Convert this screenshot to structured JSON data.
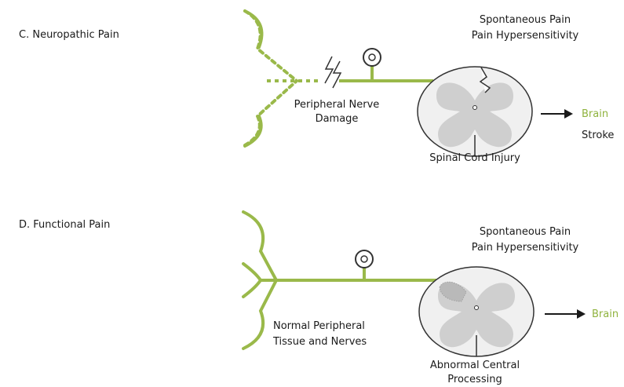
{
  "panel_c": {
    "title": "C. Neuropathic Pain",
    "symptom_line1": "Spontaneous Pain",
    "symptom_line2": "Pain Hypersensitivity",
    "nerve_label_line1": "Peripheral Nerve",
    "nerve_label_line2": "Damage",
    "cord_label": "Spinal Cord Injury",
    "brain_label": "Brain",
    "stroke_label": "Stroke"
  },
  "panel_d": {
    "title": "D. Functional Pain",
    "symptom_line1": "Spontaneous Pain",
    "symptom_line2": "Pain Hypersensitivity",
    "tissue_label_line1": "Normal Peripheral",
    "tissue_label_line2": "Tissue and Nerves",
    "cord_label_line1": "Abnormal Central",
    "cord_label_line2": "Processing",
    "brain_label": "Brain"
  },
  "colors": {
    "nerve": "#9ab94a",
    "cord_fill": "#f0f0f0",
    "gray_matter": "#cfcfcf",
    "label_text": "#1a1a1a",
    "brain_text": "#8fb33e"
  }
}
